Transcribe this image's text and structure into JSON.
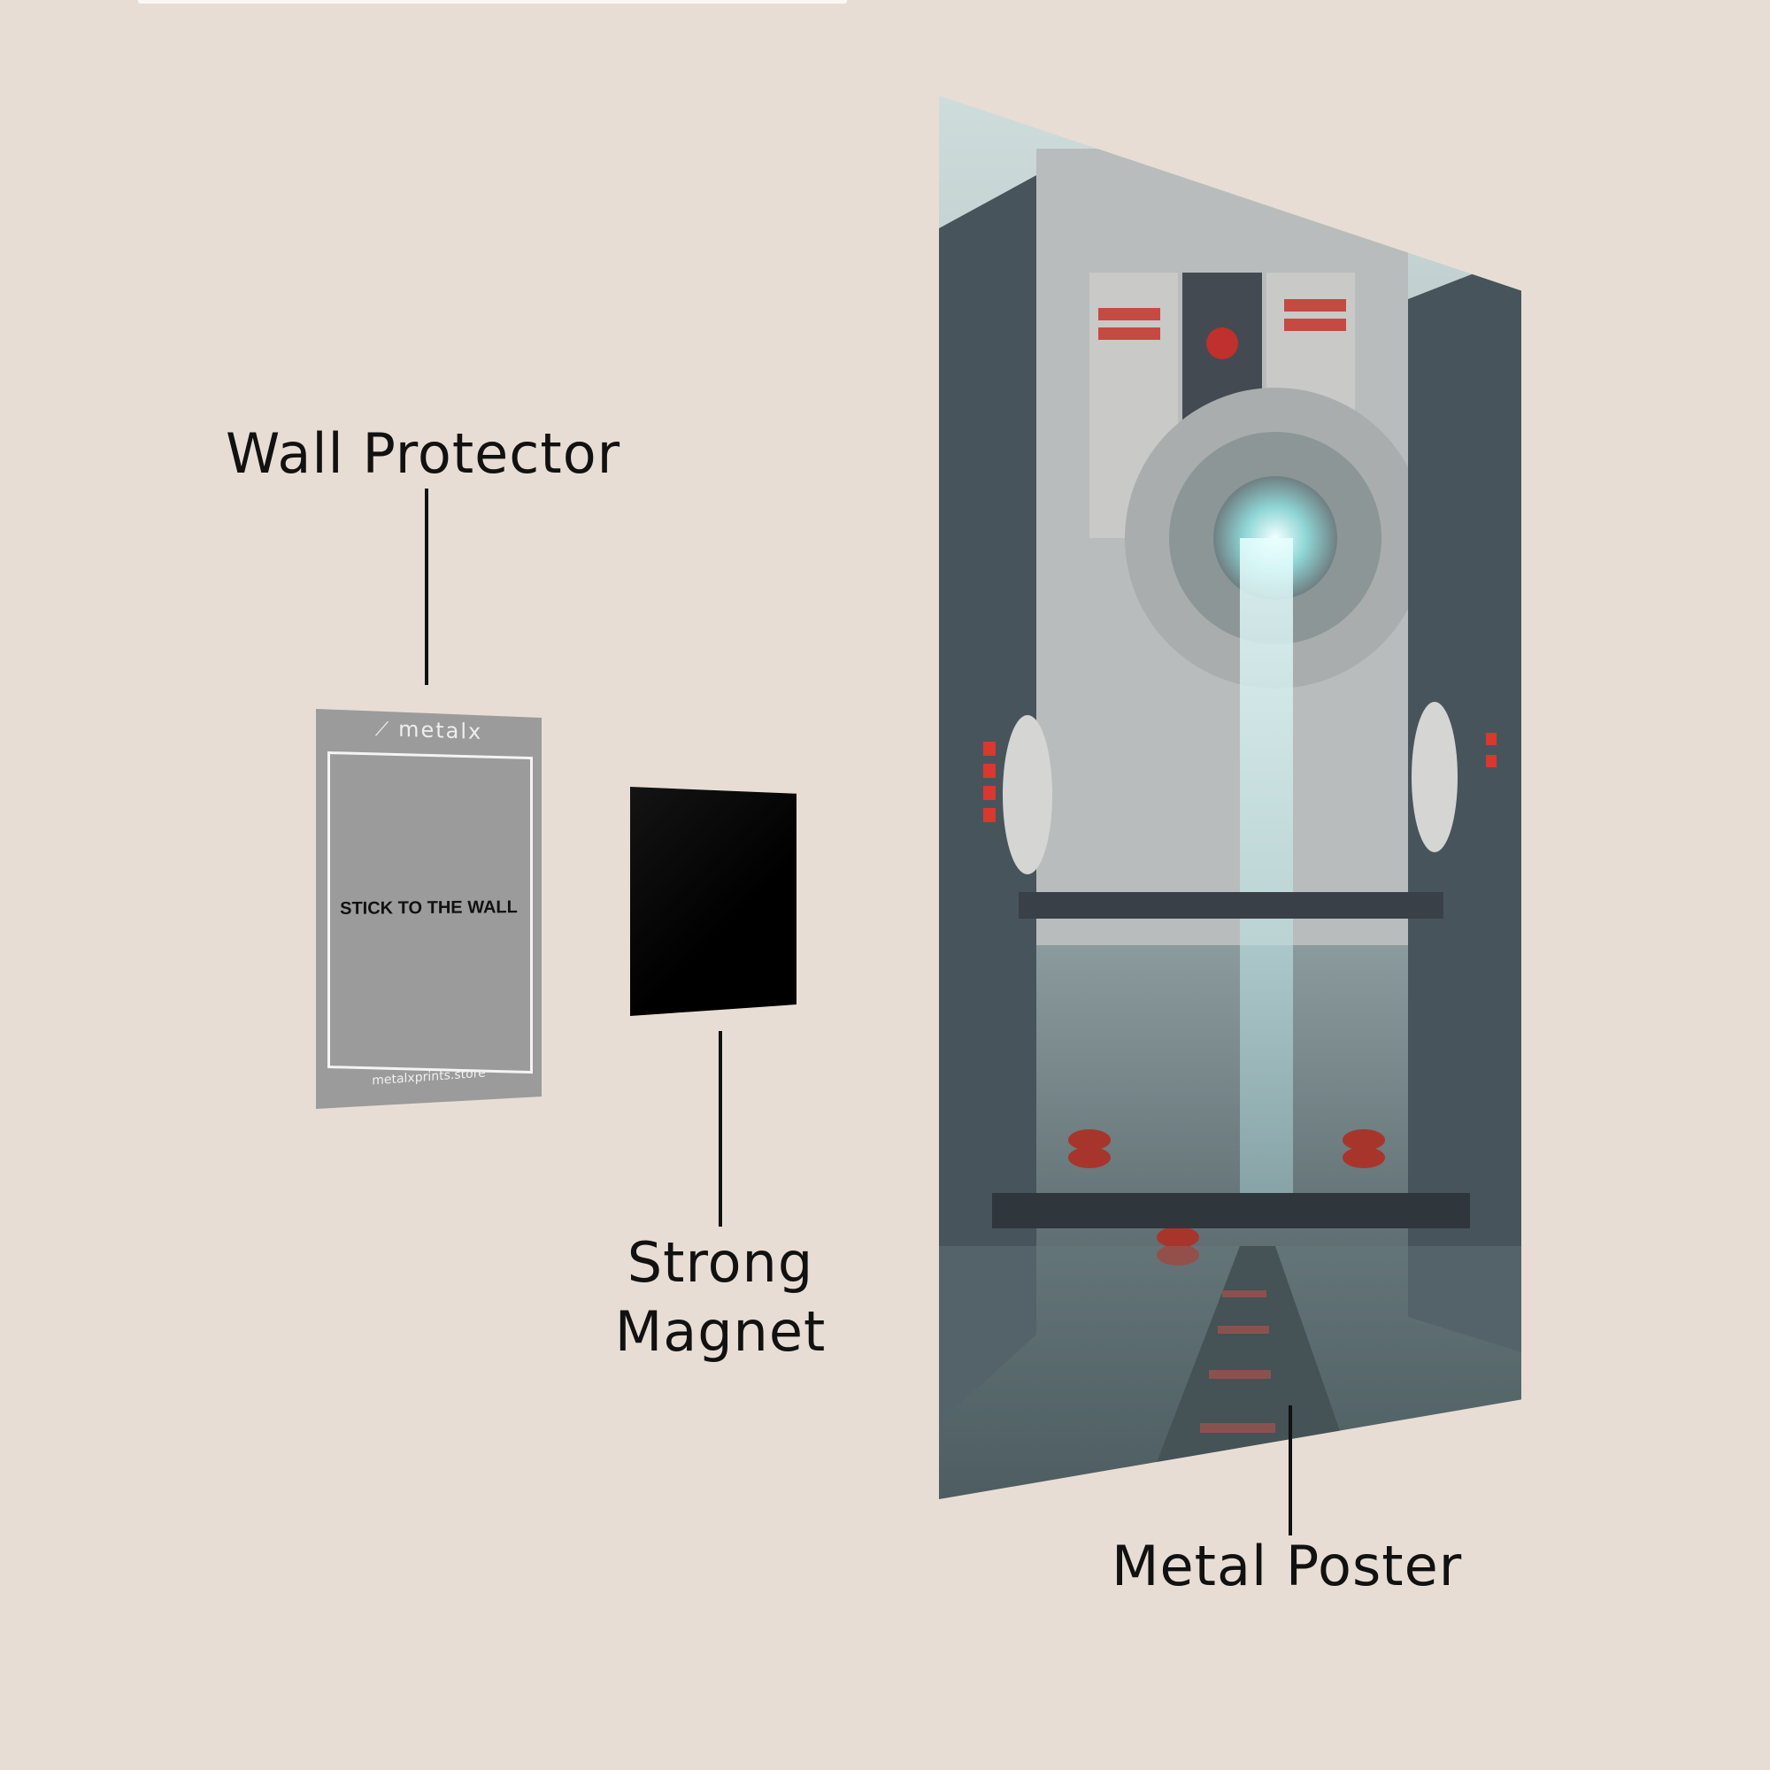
{
  "labels": {
    "wall_protector": "Wall Protector",
    "strong_magnet_line1": "Strong",
    "strong_magnet_line2": "Magnet",
    "metal_poster": "Metal Poster"
  },
  "wall_protector_card": {
    "brand": "metalx",
    "instruction": "STICK TO THE WALL",
    "website": "metalxprints.store"
  },
  "colors": {
    "background": "#e8ddd4",
    "card": "#9b9b9b",
    "magnet": "#000000",
    "text": "#111111"
  }
}
